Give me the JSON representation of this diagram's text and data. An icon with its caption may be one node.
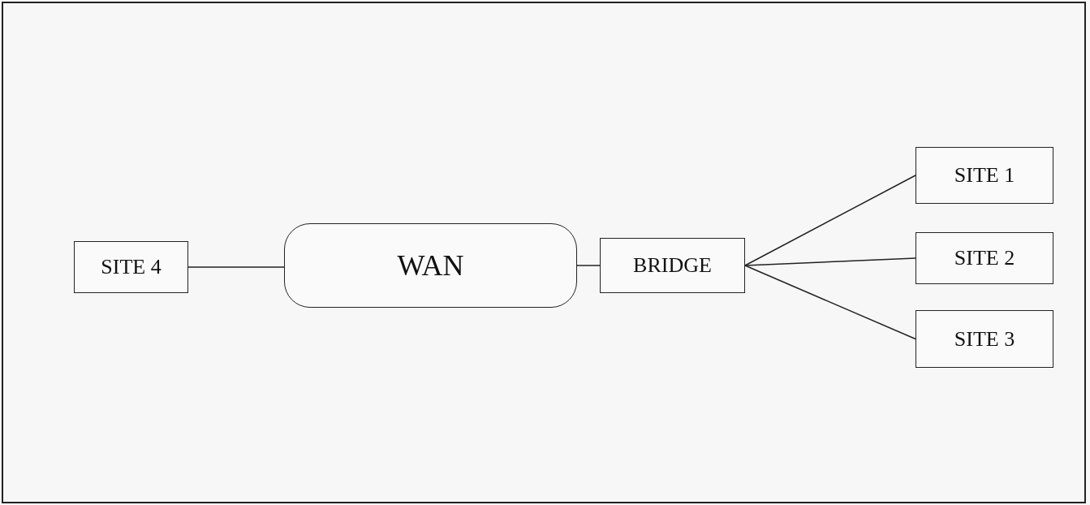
{
  "diagram": {
    "nodes": [
      {
        "text": [
          "SITE 4"
        ]
      },
      {
        "text": [
          "WAN"
        ]
      },
      {
        "text": [
          "BRIDGE"
        ]
      },
      {
        "text": [
          "SITE 1"
        ]
      },
      {
        "text": [
          "SITE 2"
        ]
      },
      {
        "text": [
          "SITE 3"
        ]
      }
    ],
    "edges": [
      {
        "from": 0,
        "to": 1,
        "arrow": "none"
      },
      {
        "from": 1,
        "to": 2,
        "arrow": "none"
      },
      {
        "from": 2,
        "to": 3,
        "arrow": "none"
      },
      {
        "from": 2,
        "to": 4,
        "arrow": "none"
      },
      {
        "from": 2,
        "to": 5,
        "arrow": "none"
      }
    ]
  }
}
